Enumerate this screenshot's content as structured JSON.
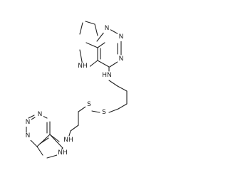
{
  "atoms": {
    "n_top_1": "N",
    "n_top_2": "N",
    "n_top_3": "N",
    "nh_top_ring": "NH",
    "nh_top_chain": "HN",
    "s_1": "S",
    "s_2": "S",
    "n_bot_1": "N",
    "n_bot_2": "N",
    "n_bot_3": "N",
    "nh_bot_ring": "NH",
    "nh_bot_chain": "NH"
  }
}
